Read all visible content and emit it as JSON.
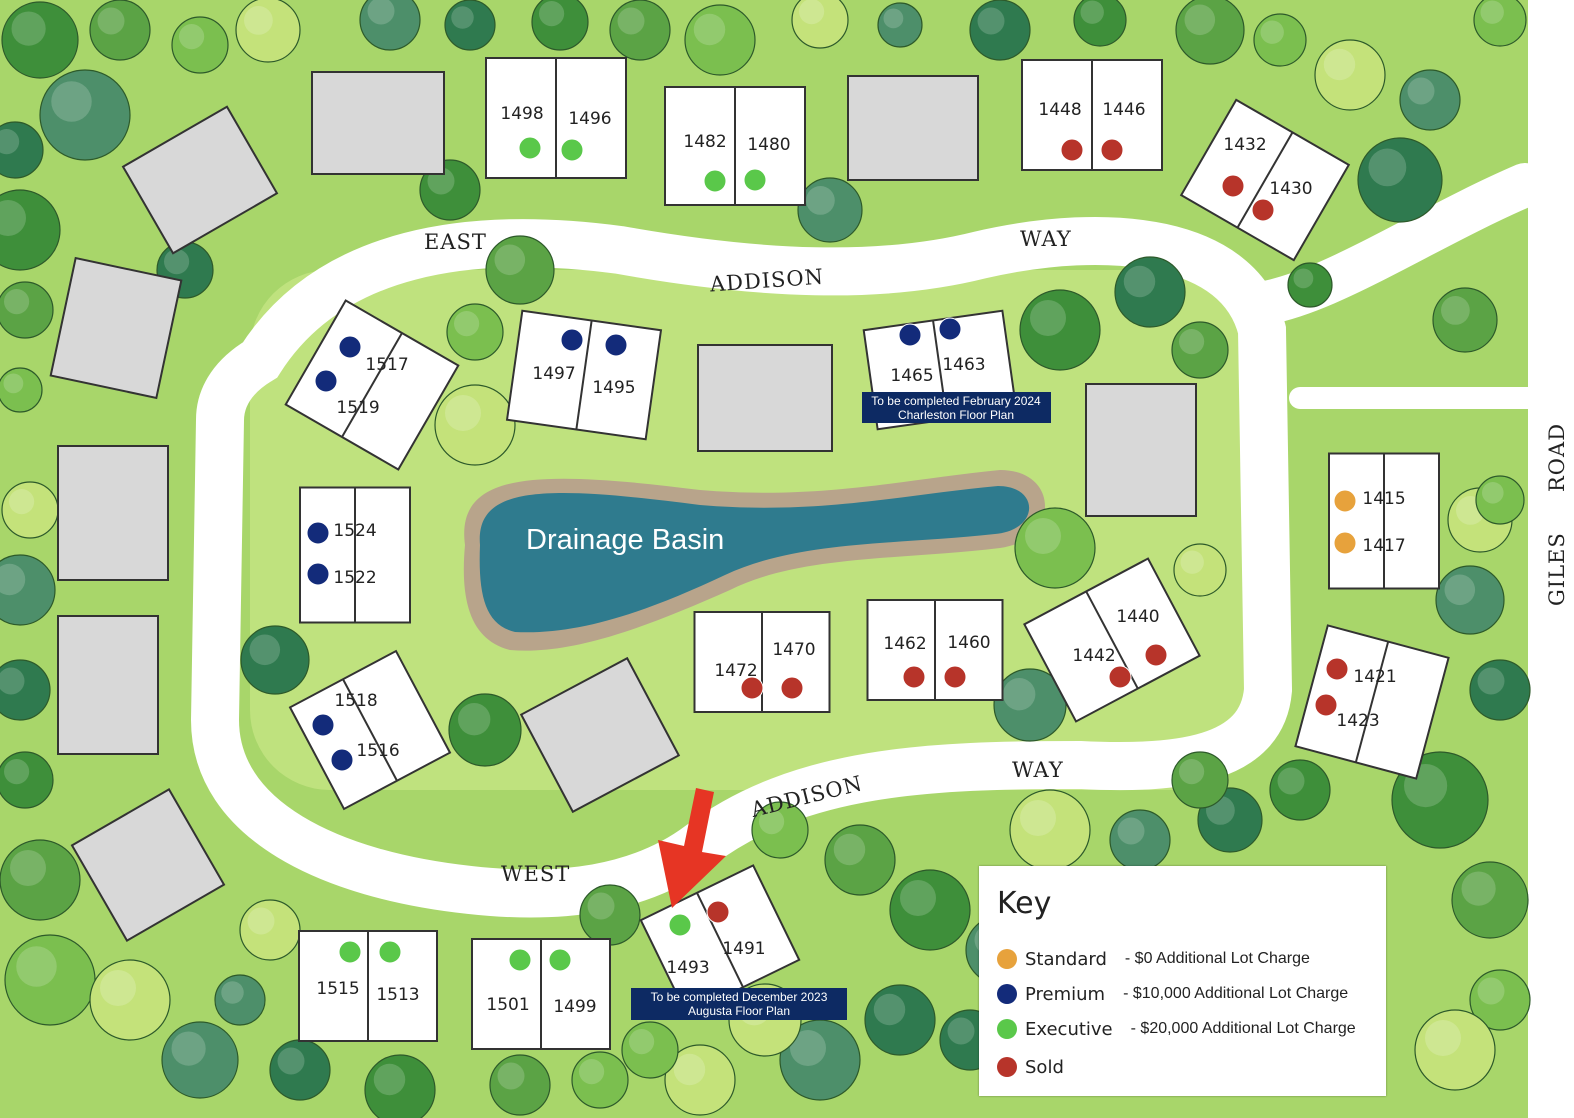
{
  "colors": {
    "standard": "#e7a23c",
    "premium": "#132b7a",
    "executive": "#5ac84a",
    "sold": "#b7342a",
    "house": "#d8d8d8",
    "road": "#ffffff",
    "grass": "#a8d66a",
    "water": "#2f7b8e",
    "note_bg": "#0d2a63",
    "arrow": "#e63524"
  },
  "streets": {
    "east": "EAST",
    "addison_north": "ADDISON",
    "way_north": "WAY",
    "addison_south": "ADDISON",
    "way_south": "WAY",
    "west": "WEST",
    "giles": "GILES",
    "road": "ROAD"
  },
  "pond_label": "Drainage Basin",
  "lots": [
    {
      "number": "1498",
      "status": "executive"
    },
    {
      "number": "1496",
      "status": "executive"
    },
    {
      "number": "1482",
      "status": "executive"
    },
    {
      "number": "1480",
      "status": "executive"
    },
    {
      "number": "1448",
      "status": "sold"
    },
    {
      "number": "1446",
      "status": "sold"
    },
    {
      "number": "1432",
      "status": "sold"
    },
    {
      "number": "1430",
      "status": "sold"
    },
    {
      "number": "1517",
      "status": "premium"
    },
    {
      "number": "1519",
      "status": "premium"
    },
    {
      "number": "1497",
      "status": "premium"
    },
    {
      "number": "1495",
      "status": "premium"
    },
    {
      "number": "1465",
      "status": "premium"
    },
    {
      "number": "1463",
      "status": "premium"
    },
    {
      "number": "1524",
      "status": "premium"
    },
    {
      "number": "1522",
      "status": "premium"
    },
    {
      "number": "1415",
      "status": "standard"
    },
    {
      "number": "1417",
      "status": "standard"
    },
    {
      "number": "1472",
      "status": "sold"
    },
    {
      "number": "1470",
      "status": "sold"
    },
    {
      "number": "1462",
      "status": "sold"
    },
    {
      "number": "1460",
      "status": "sold"
    },
    {
      "number": "1442",
      "status": "sold"
    },
    {
      "number": "1440",
      "status": "sold"
    },
    {
      "number": "1421",
      "status": "sold"
    },
    {
      "number": "1423",
      "status": "sold"
    },
    {
      "number": "1518",
      "status": "premium"
    },
    {
      "number": "1516",
      "status": "premium"
    },
    {
      "number": "1515",
      "status": "executive"
    },
    {
      "number": "1513",
      "status": "executive"
    },
    {
      "number": "1501",
      "status": "executive"
    },
    {
      "number": "1499",
      "status": "executive"
    },
    {
      "number": "1493",
      "status": "executive"
    },
    {
      "number": "1491",
      "status": "sold"
    }
  ],
  "notes": [
    {
      "line1": "To be completed February 2024",
      "line2": "Charleston Floor Plan"
    },
    {
      "line1": "To be completed December 2023",
      "line2": "Augusta Floor Plan"
    }
  ],
  "key": {
    "title": "Key",
    "items": [
      {
        "label": "Standard",
        "desc": "-  $0 Additional Lot Charge",
        "status": "standard"
      },
      {
        "label": "Premium",
        "desc": "-  $10,000 Additional Lot Charge",
        "status": "premium"
      },
      {
        "label": "Executive",
        "desc": "-  $20,000 Additional Lot Charge",
        "status": "executive"
      },
      {
        "label": "Sold",
        "desc": "",
        "status": "sold"
      }
    ]
  }
}
